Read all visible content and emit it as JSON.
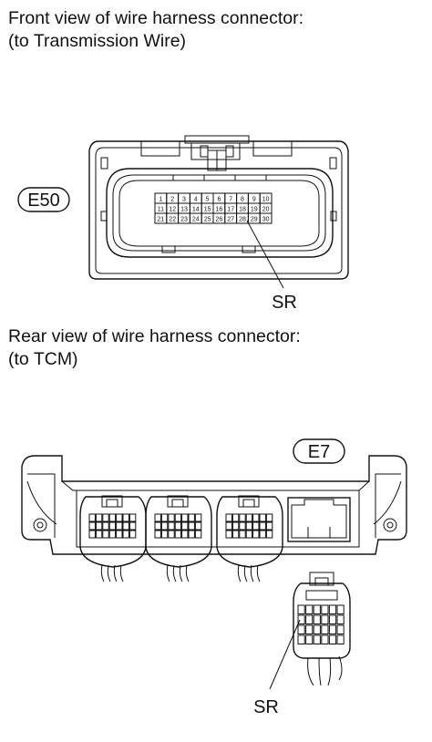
{
  "captions": {
    "front_line1": "Front view of wire harness connector:",
    "front_line2": "(to Transmission Wire)",
    "rear_line1": "Rear view of wire harness connector:",
    "rear_line2": "(to TCM)"
  },
  "connectors": {
    "e50_label": "E50",
    "e7_label": "E7"
  },
  "pins": {
    "row1": [
      "1",
      "2",
      "3",
      "4",
      "5",
      "6",
      "7",
      "8",
      "9",
      "10"
    ],
    "row2": [
      "11",
      "12",
      "13",
      "14",
      "15",
      "16",
      "17",
      "18",
      "19",
      "20"
    ],
    "row3": [
      "21",
      "22",
      "23",
      "24",
      "25",
      "26",
      "27",
      "28",
      "29",
      "30"
    ]
  },
  "callouts": {
    "front_sr": "SR",
    "rear_sr": "SR"
  }
}
